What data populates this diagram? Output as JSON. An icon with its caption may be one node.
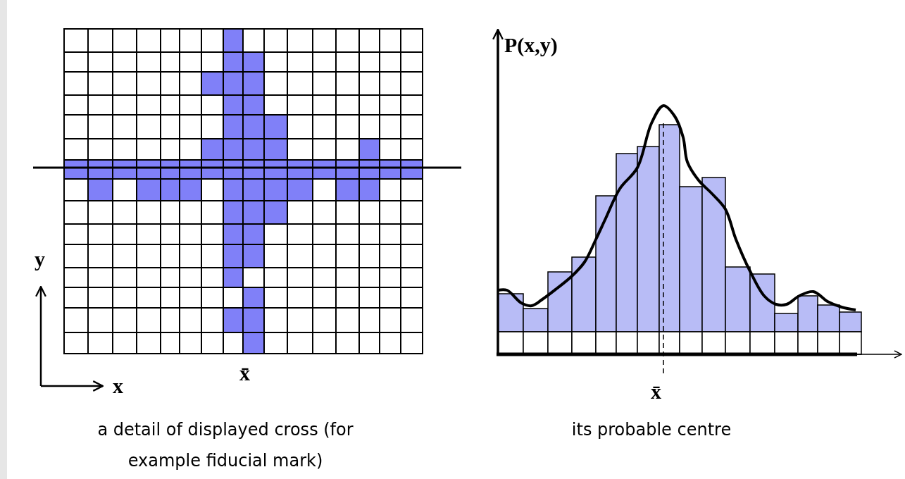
{
  "diagram": {
    "labels": [
      "P(x,y)",
      "y",
      "x",
      "x̄",
      "x̄",
      "a detail of displayed cross (for example fiducial mark)",
      "its probable centre"
    ]
  }
}
